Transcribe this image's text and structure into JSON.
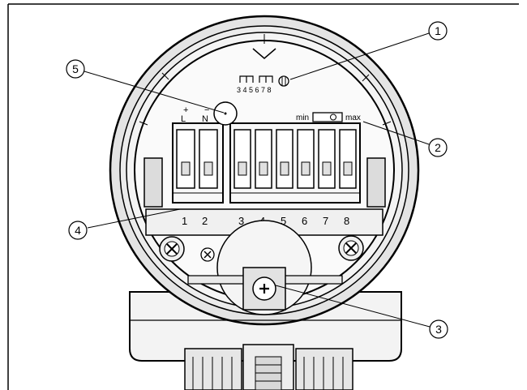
{
  "terminals": {
    "power": {
      "plus": "+",
      "minus": "−",
      "l": "L",
      "n": "N"
    },
    "numbers": [
      "1",
      "2",
      "3",
      "4",
      "5",
      "6",
      "7",
      "8"
    ]
  },
  "jumpers": {
    "labels": "3 4 5 6 7 8"
  },
  "switch": {
    "min": "min",
    "max": "max"
  },
  "callouts": [
    "1",
    "2",
    "3",
    "4",
    "5"
  ]
}
